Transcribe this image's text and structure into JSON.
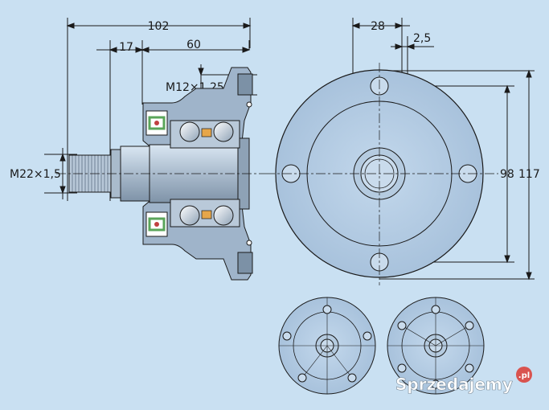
{
  "dimensions": {
    "overall_length": "102",
    "thread_length": "17",
    "flange_length": "60",
    "hub_bolt_thread": "M12×1,25",
    "shaft_thread": "M22×1,5",
    "offset_28": "28",
    "offset_2_5": "2,5",
    "bolt_circle": "98",
    "flange_diameter": "117"
  },
  "watermark": {
    "text": "Sprzedajemy",
    "suffix": ".pl"
  },
  "colors": {
    "background": "#c9e0f2",
    "line": "#1a1a1a",
    "shaft": "#aebfd0",
    "housing": "#9fb4ca",
    "seal_green": "#5aa55a",
    "seal_red": "#c04040"
  }
}
